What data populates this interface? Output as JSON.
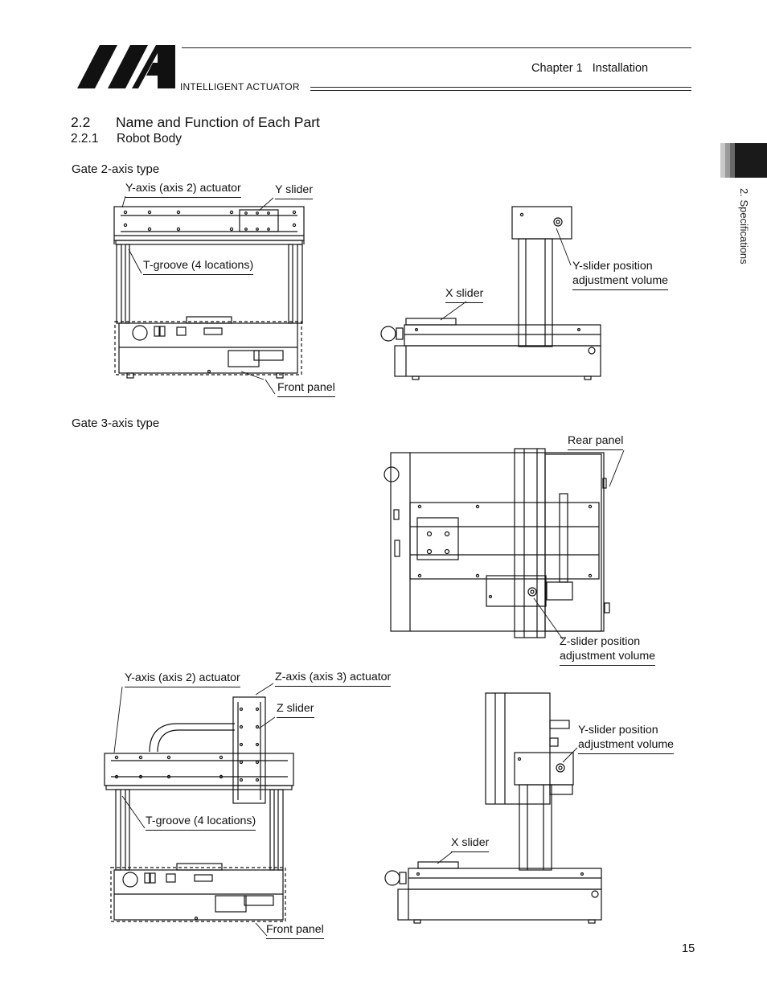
{
  "header": {
    "brand_text": "INTELLIGENT ACTUATOR",
    "chapter": "Chapter 1   Installation"
  },
  "section": {
    "number": "2.2",
    "title": "Name and Function of Each Part"
  },
  "subsection": {
    "number": "2.2.1",
    "title": "Robot Body"
  },
  "side_tab": {
    "text": "2. Specifications"
  },
  "figures": {
    "gate2_caption": "Gate 2-axis type",
    "gate3_caption": "Gate 3-axis type",
    "g2_front": {
      "y_axis_actuator": "Y-axis (axis 2) actuator",
      "y_slider": "Y slider",
      "t_groove": "T-groove (4 locations)",
      "front_panel": "Front panel"
    },
    "g2_side": {
      "x_slider": "X slider",
      "y_slider_volume_1": "Y-slider position",
      "y_slider_volume_2": "adjustment volume"
    },
    "g3_top": {
      "rear_panel": "Rear panel",
      "z_slider_volume_1": "Z-slider position",
      "z_slider_volume_2": "adjustment volume"
    },
    "g3_front": {
      "y_axis_actuator": "Y-axis (axis 2) actuator",
      "z_axis_actuator": "Z-axis (axis 3) actuator",
      "z_slider": "Z slider",
      "t_groove": "T-groove (4 locations)",
      "front_panel": "Front panel"
    },
    "g3_side": {
      "y_slider_volume_1": "Y-slider position",
      "y_slider_volume_2": "adjustment volume",
      "x_slider": "X slider"
    }
  },
  "page_number": "15"
}
